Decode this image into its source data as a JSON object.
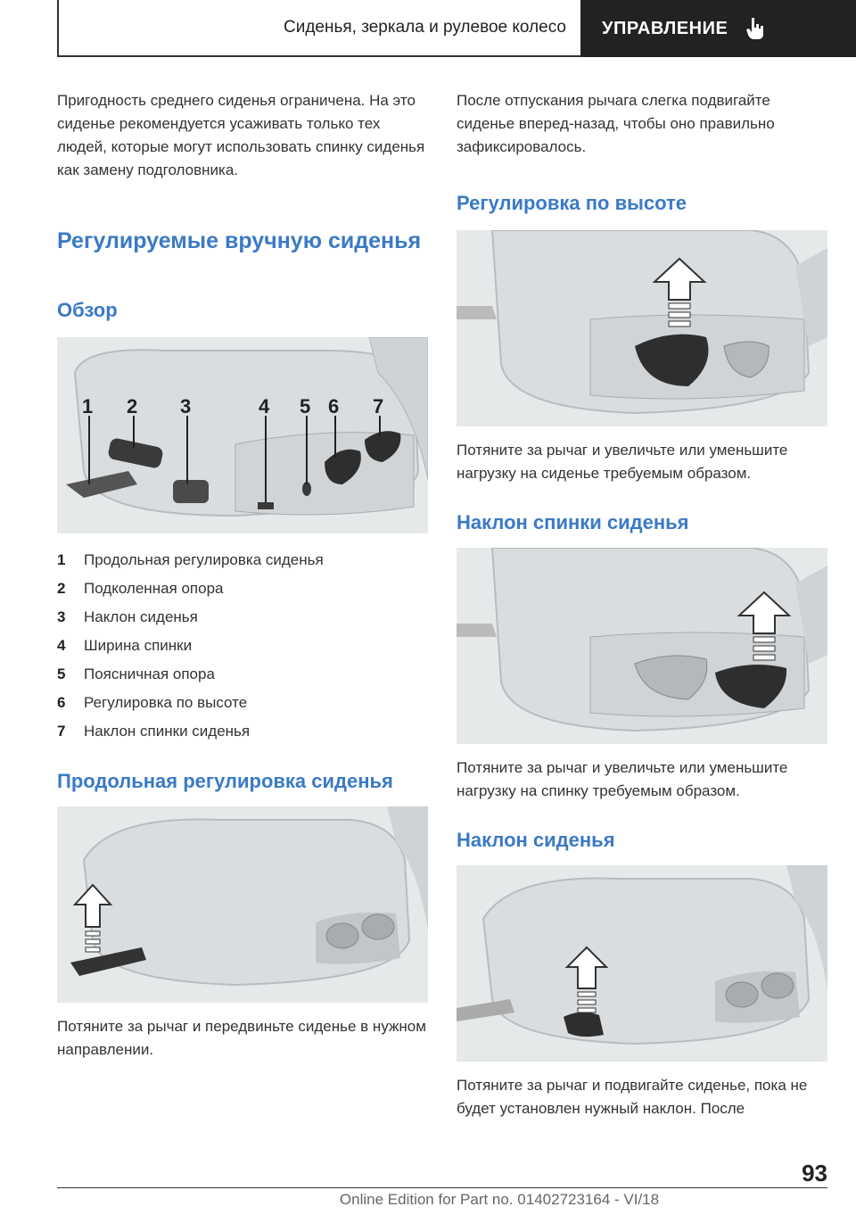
{
  "header": {
    "section_title": "Сиденья, зеркала и рулевое колесо",
    "chapter": "УПРАВЛЕНИЕ",
    "chapter_icon": "hand-pointer-icon"
  },
  "left": {
    "intro": "Пригодность среднего сиденья ограничена. На это сиденье рекомендуется усаживать только тех людей, которые могут использо­вать спинку сиденья как замену подголов­ника.",
    "heading": "Регулируемые вручную сиденья",
    "overview_heading": "Обзор",
    "overview_labels": [
      "1",
      "2",
      "3",
      "4",
      "5",
      "6",
      "7"
    ],
    "items": [
      {
        "num": "1",
        "text": "Продольная регулировка сиденья"
      },
      {
        "num": "2",
        "text": "Подколенная опора"
      },
      {
        "num": "3",
        "text": "Наклон сиденья"
      },
      {
        "num": "4",
        "text": "Ширина спинки"
      },
      {
        "num": "5",
        "text": "Поясничная опора"
      },
      {
        "num": "6",
        "text": "Регулировка по высоте"
      },
      {
        "num": "7",
        "text": "Наклон спинки сиденья"
      }
    ],
    "longitudinal_heading": "Продольная регулировка сиденья",
    "longitudinal_text": "Потяните за рычаг и передвиньте сиденье в нужном направлении."
  },
  "right": {
    "intro": "После отпускания рычага слегка подвигайте сиденье вперед-назад, чтобы оно правильно зафиксировалось.",
    "height_heading": "Регулировка по высоте",
    "height_text": "Потяните за рычаг и увеличьте или уменьшите нагрузку на сиденье требуемым образом.",
    "backrest_heading": "Наклон спинки сиденья",
    "backrest_text": "Потяните за рычаг и увеличьте или уменьшите нагрузку на спинку требуемым образом.",
    "tilt_heading": "Наклон сиденья",
    "tilt_text": "Потяните за рычаг и подвигайте сиденье, пока не будет установлен нужный наклон. После"
  },
  "footer": {
    "page_number": "93",
    "edition": "Online Edition for Part no. 01402723164 - VI/18"
  }
}
